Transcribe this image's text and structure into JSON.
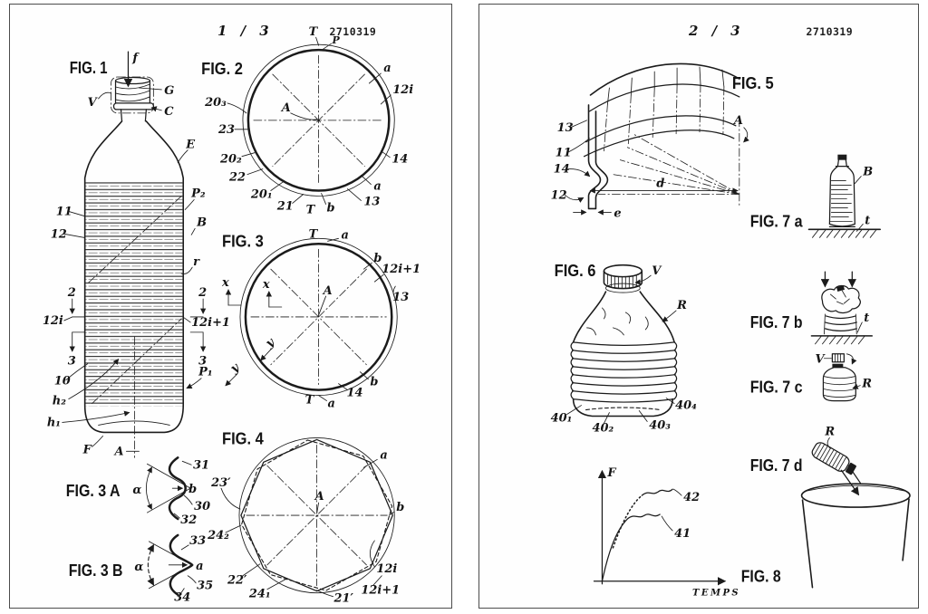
{
  "page1": {
    "sheet_label": "1 / 3",
    "patent_number": "2710319",
    "fig1": {
      "title": "FIG. 1",
      "labels": {
        "f": "f",
        "v": "V",
        "g": "G",
        "c": "C",
        "e": "E",
        "n11": "11",
        "n12": "12",
        "p2": "P₂",
        "b": "B",
        "r": "r",
        "s2l": "2",
        "s2r": "2",
        "i12": "12i",
        "i12p1": "12i+1",
        "s3l": "3",
        "s3r": "3",
        "n10": "10",
        "h2": "h₂",
        "h1": "h₁",
        "f_base": "F",
        "a_axis": "A",
        "p1": "P₁"
      }
    },
    "fig2": {
      "title": "FIG. 2",
      "labels": {
        "t_top": "T",
        "p": "P",
        "a_upper": "a",
        "i12": "12i",
        "n14": "14",
        "a_lower": "a",
        "n13": "13",
        "b": "b",
        "t_bottom": "T",
        "n21": "21",
        "n20_1": "20₁",
        "n22": "22",
        "n20_2": "20₂",
        "n23": "23",
        "n20_3": "20₃",
        "a_center": "A"
      }
    },
    "fig3": {
      "title": "FIG. 3",
      "labels": {
        "t_top": "T",
        "a_top": "a",
        "b_upper": "b",
        "i12p1": "12i+1",
        "n13": "13",
        "x_outer": "x",
        "x_inner": "x",
        "a_center": "A",
        "y_inner": "y",
        "y_outer": "y",
        "b_lower": "b",
        "n14": "14",
        "t_bottom": "T",
        "a_bottom": "a"
      }
    },
    "fig3a": {
      "title": "FIG. 3 A",
      "labels": {
        "alpha": "α",
        "n31": "31",
        "b": "b",
        "n30": "30",
        "n32": "32"
      }
    },
    "fig3b": {
      "title": "FIG. 3 B",
      "labels": {
        "alpha": "α",
        "n33": "33",
        "a": "a",
        "n35": "35",
        "n34": "34"
      }
    },
    "fig4": {
      "title": "FIG. 4",
      "labels": {
        "a": "a",
        "n23p": "23′",
        "a_center": "A",
        "b": "b",
        "n24_2": "24₂",
        "n22p": "22′",
        "n24_1": "24₁",
        "n21p": "21′",
        "i12": "12i",
        "i12p1": "12i+1"
      }
    }
  },
  "page2": {
    "sheet_label": "2 / 3",
    "patent_number": "2710319",
    "fig5": {
      "title": "FIG. 5",
      "labels": {
        "n13": "13",
        "n11": "11",
        "n14": "14",
        "n12": "12",
        "a": "A",
        "d": "d",
        "e": "e"
      }
    },
    "fig6": {
      "title": "FIG. 6",
      "labels": {
        "v": "V",
        "r": "R",
        "n40_1": "40₁",
        "n40_2": "40₂",
        "n40_3": "40₃",
        "n40_4": "40₄"
      }
    },
    "fig7a": {
      "title": "FIG. 7 a",
      "labels": {
        "b": "B",
        "t": "t"
      }
    },
    "fig7b": {
      "title": "FIG. 7 b",
      "labels": {
        "t": "t"
      }
    },
    "fig7c": {
      "title": "FIG. 7 c",
      "labels": {
        "v": "V",
        "r": "R"
      }
    },
    "fig7d": {
      "title": "FIG. 7 d",
      "labels": {
        "r": "R"
      }
    },
    "fig8": {
      "title": "FIG. 8",
      "ylabel": "F",
      "xlabel": "TEMPS",
      "labels": {
        "n41": "41",
        "n42": "42"
      }
    }
  }
}
